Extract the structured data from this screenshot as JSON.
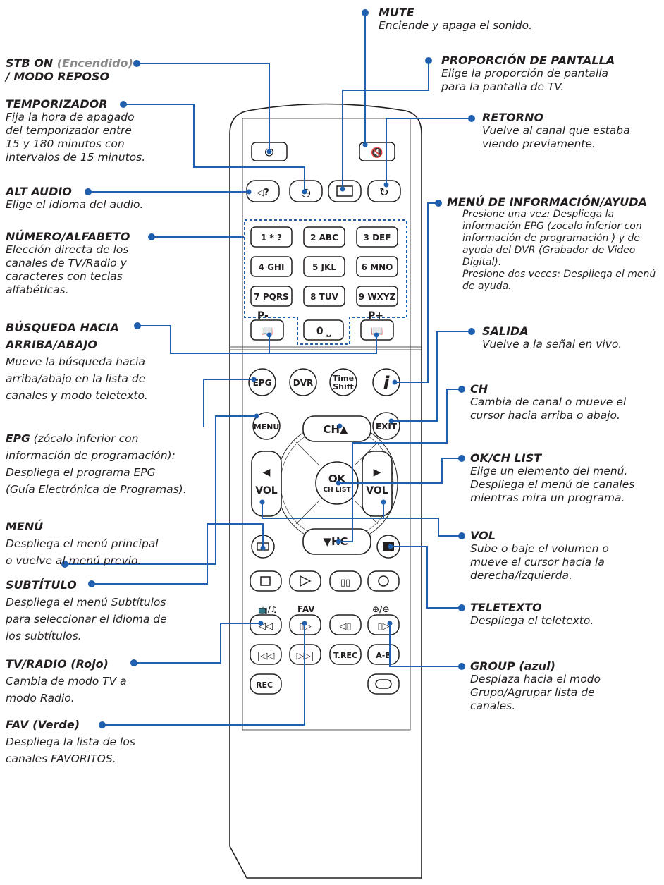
{
  "labels": {
    "mute": {
      "title": "MUTE",
      "desc": [
        "Enciende y apaga el sonido."
      ]
    },
    "aspect": {
      "title": "PROPORCIÓN DE PANTALLA",
      "desc": [
        "Elige la proporción de pantalla",
        "para la pantalla de TV."
      ]
    },
    "retorno": {
      "title": "RETORNO",
      "desc": [
        "Vuelve al canal que estaba",
        "viendo previamente."
      ]
    },
    "info": {
      "title": "MENÚ DE INFORMACIÓN/AYUDA",
      "desc": [
        "Presione una vez: Despliega la",
        "información EPG (zocalo inferior con",
        "información de programación )  y de",
        "ayuda del DVR (Grabador de Video",
        "Digital).",
        "Presione dos veces: Despliega el menú",
        "de ayuda."
      ]
    },
    "salida": {
      "title": "SALIDA",
      "desc": [
        "Vuelve a la señal en vivo."
      ]
    },
    "ch": {
      "title": "CH",
      "desc": [
        "Cambia de canal o mueve el",
        "cursor hacia arriba o abajo."
      ]
    },
    "ok": {
      "title": "OK/CH LIST",
      "desc": [
        "Elige un elemento del menú.",
        "Despliega el menú de canales",
        "mientras mira un programa."
      ]
    },
    "vol": {
      "title": "VOL",
      "desc": [
        "Sube o baje el volumen o",
        "mueve el cursor hacia la",
        "derecha/izquierda."
      ]
    },
    "teletexto": {
      "title": "TELETEXTO",
      "desc": [
        "Despliega el teletexto."
      ]
    },
    "group": {
      "title": "GROUP (azul)",
      "desc": [
        "Desplaza hacia el modo",
        "Grupo/Agrupar lista de",
        "canales."
      ]
    },
    "stb_a": "STB ON",
    "stb_b": "(Encendido)",
    "stb_c": "/ MODO REPOSO",
    "timer": {
      "title": "TEMPORIZADOR",
      "desc": [
        "Fija la hora de apagado",
        "del temporizador entre",
        "15 y 180 minutos con",
        "intervalos de 15 minutos."
      ]
    },
    "alt": {
      "title": "ALT AUDIO",
      "desc": [
        "Elige el idioma del audio."
      ]
    },
    "num": {
      "title": "NÚMERO/ALFABETO",
      "desc": [
        "Elección directa de los",
        "canales de TV/Radio y",
        "caracteres con teclas",
        "alfabéticas."
      ]
    },
    "busq": {
      "title": "BÚSQUEDA HACIA",
      "title2": "ARRIBA/ABAJO",
      "desc": [
        "Mueve la búsqueda hacia",
        "arriba/abajo en la lista de",
        "canales y modo teletexto."
      ]
    },
    "epg_a": "EPG",
    "epg_b": " (zócalo inferior con",
    "epg_desc": [
      "información de programación):",
      "Despliega el programa EPG",
      "(Guía Electrónica de Programas)."
    ],
    "menu": {
      "title": "MENÚ",
      "desc": [
        "Despliega el menú principal",
        "o vuelve al menú previo."
      ]
    },
    "sub": {
      "title": "SUBTÍTULO",
      "desc": [
        "Despliega el menú Subtítulos",
        "para seleccionar el idioma de",
        "los subtítulos."
      ]
    },
    "tv": {
      "title": "TV/RADIO (Rojo)",
      "desc": [
        "Cambia de modo TV a",
        "modo Radio."
      ]
    },
    "fav": {
      "title": "FAV (Verde)",
      "desc": [
        "Despliega la lista de los",
        "canales FAVORITOS."
      ]
    }
  },
  "remote": {
    "keys": [
      "1 * ?",
      "2 ABC",
      "3 DEF",
      "4 GHI",
      "5 JKL",
      "6 MNO",
      "7 PQRS",
      "8 TUV",
      "9 WXYZ",
      "0 ␣"
    ],
    "p_minus": "P-",
    "p_plus": "P+",
    "epg": "EPG",
    "dvr": "DVR",
    "time_1": "Time",
    "time_2": "Shift",
    "i": "i",
    "menu": "MENU",
    "exit": "EXIT",
    "ch_up": "CH▲",
    "ch_down": "▼HC",
    "ok": "OK",
    "ch_list": "CH LIST",
    "vol": "VOL",
    "fav": "FAV",
    "tv_radio": "📺/♫",
    "plus_minus": "⊕/⊖",
    "trec": "T.REC",
    "ab": "A-B",
    "rec": "REC"
  },
  "colors": {
    "ink": "#231f20",
    "line": "#1f5fae",
    "dashed": "#1f5fae",
    "grey": "#888888"
  }
}
